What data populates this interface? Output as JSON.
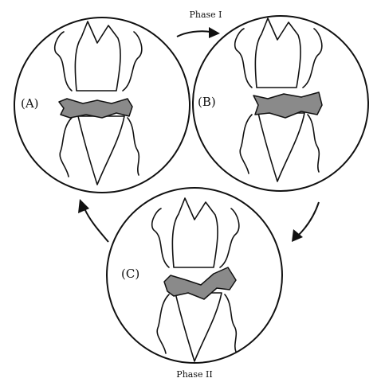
{
  "panels": [
    {
      "label": "(A)"
    },
    {
      "label": "(B)"
    },
    {
      "label": "(C)"
    }
  ],
  "phases": {
    "phase1": "Phase I",
    "phase2": "Phase II"
  }
}
